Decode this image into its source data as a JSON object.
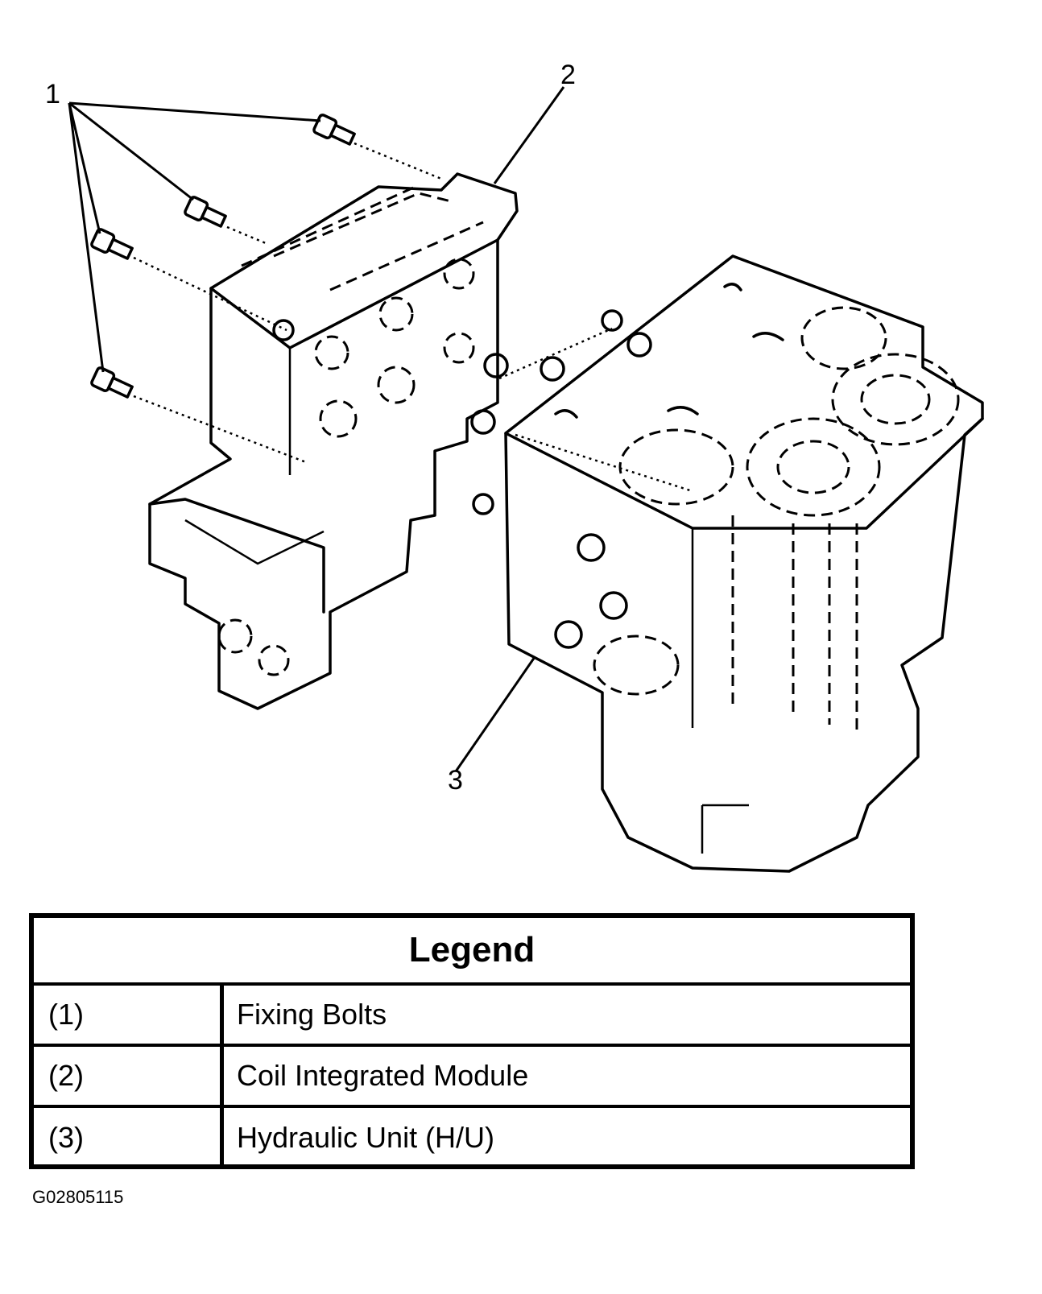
{
  "callouts": {
    "c1": "1",
    "c2": "2",
    "c3": "3"
  },
  "legend": {
    "title": "Legend",
    "rows": [
      {
        "key": "(1)",
        "value": "Fixing Bolts"
      },
      {
        "key": "(2)",
        "value": "Coil Integrated Module"
      },
      {
        "key": "(3)",
        "value": "Hydraulic Unit (H/U)"
      }
    ]
  },
  "figure_id": "G02805115"
}
